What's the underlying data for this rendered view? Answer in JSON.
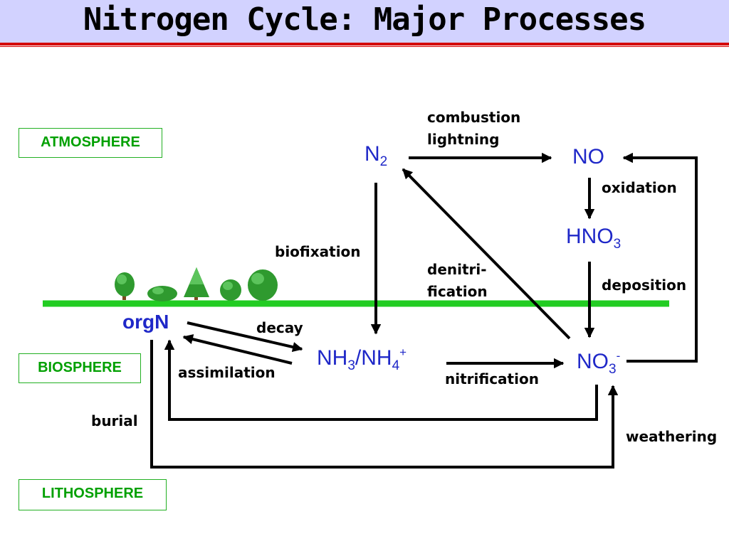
{
  "title": "Nitrogen Cycle: Major Processes",
  "zones": {
    "atmosphere": "ATMOSPHERE",
    "biosphere": "BIOSPHERE",
    "lithosphere": "LITHOSPHERE"
  },
  "species": {
    "n2": {
      "base": "N",
      "sub": "2"
    },
    "no": "NO",
    "hno3": {
      "base": "HNO",
      "sub": "3"
    },
    "no3": {
      "base": "NO",
      "sub": "3",
      "sup": "-"
    },
    "nh3_nh4": {
      "a": "NH",
      "a_sub": "3",
      "slash": "/NH",
      "b_sub": "4",
      "b_sup": "+"
    },
    "orgn": "orgN"
  },
  "processes": {
    "combustion": "combustion",
    "lightning": "lightning",
    "oxidation": "oxidation",
    "deposition": "deposition",
    "biofixation": "biofixation",
    "denitrification_1": "denitri-",
    "denitrification_2": "fication",
    "decay": "decay",
    "assimilation": "assimilation",
    "nitrification": "nitrification",
    "burial": "burial",
    "weathering": "weathering"
  },
  "colors": {
    "ground": "#22cc22",
    "species_text": "#1f28c8",
    "zone_text": "#00a000",
    "title_bg": "#d2d2ff",
    "title_rule": "#d40000"
  }
}
